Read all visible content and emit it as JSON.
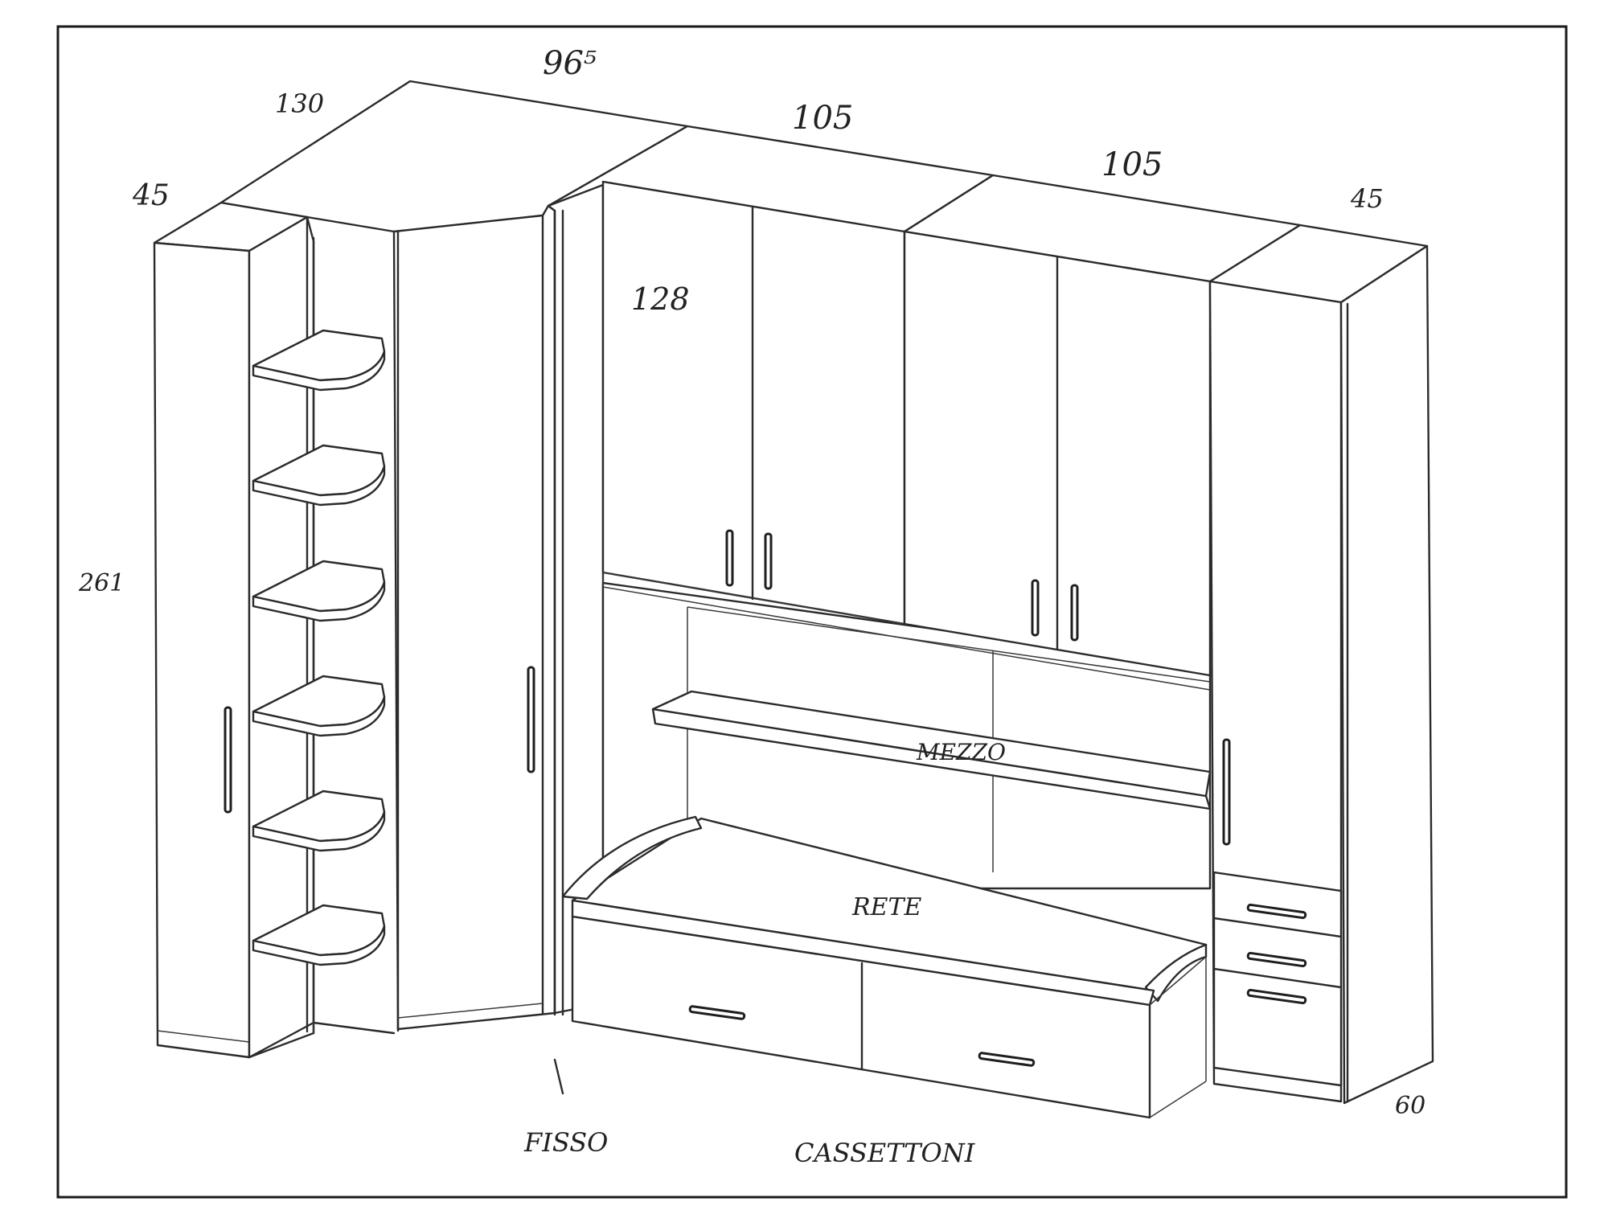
{
  "annotations": {
    "dim_top_corner": "96⁵",
    "dim_corner_depth": "130",
    "dim_end_left": "45",
    "dim_bridge_left": "105",
    "dim_bridge_right": "105",
    "dim_end_right": "45",
    "dim_wall_height": "128",
    "dim_total_height": "261",
    "dim_depth_base": "60",
    "label_shelf": "MEZZO",
    "label_bed": "RETE",
    "label_fixed": "FISSO",
    "label_drawers": "CASSETTONI"
  },
  "colors": {
    "ink": "#2b2b2b",
    "paper": "#ffffff",
    "frame": "#1a1a1a"
  }
}
